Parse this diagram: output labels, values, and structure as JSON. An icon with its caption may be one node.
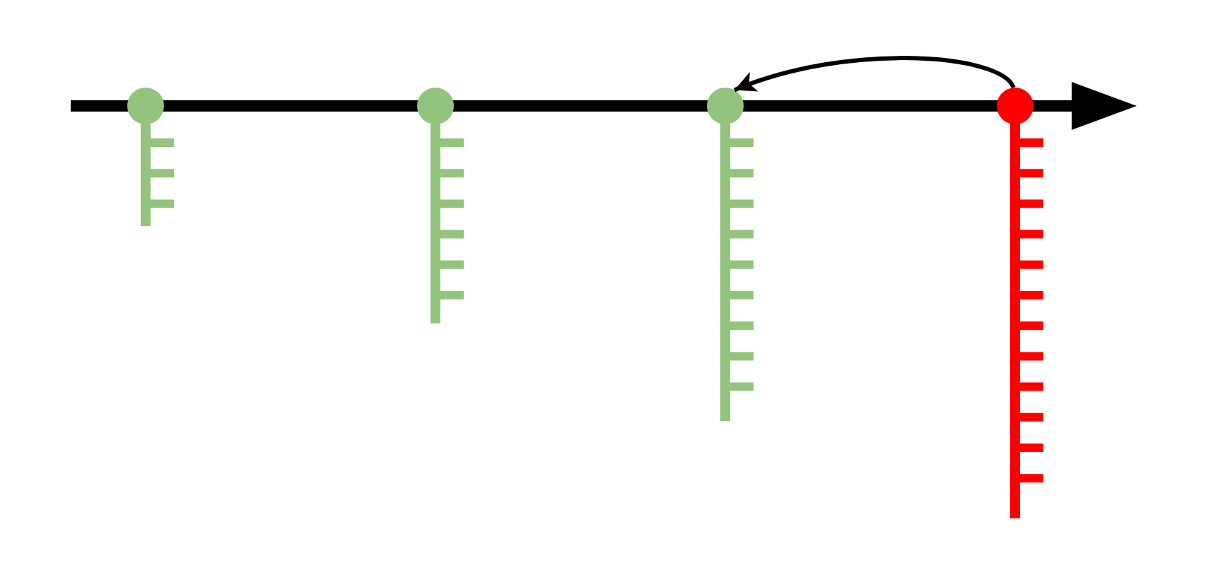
{
  "diagram": {
    "nodes": [
      {
        "text": [],
        "shape": "circle"
      },
      {
        "text": [],
        "shape": "circle"
      },
      {
        "text": [],
        "shape": "circle"
      },
      {
        "text": [],
        "shape": "circle"
      }
    ],
    "edges": [
      {
        "from": 3,
        "to": 2,
        "arrow": "to"
      }
    ]
  }
}
